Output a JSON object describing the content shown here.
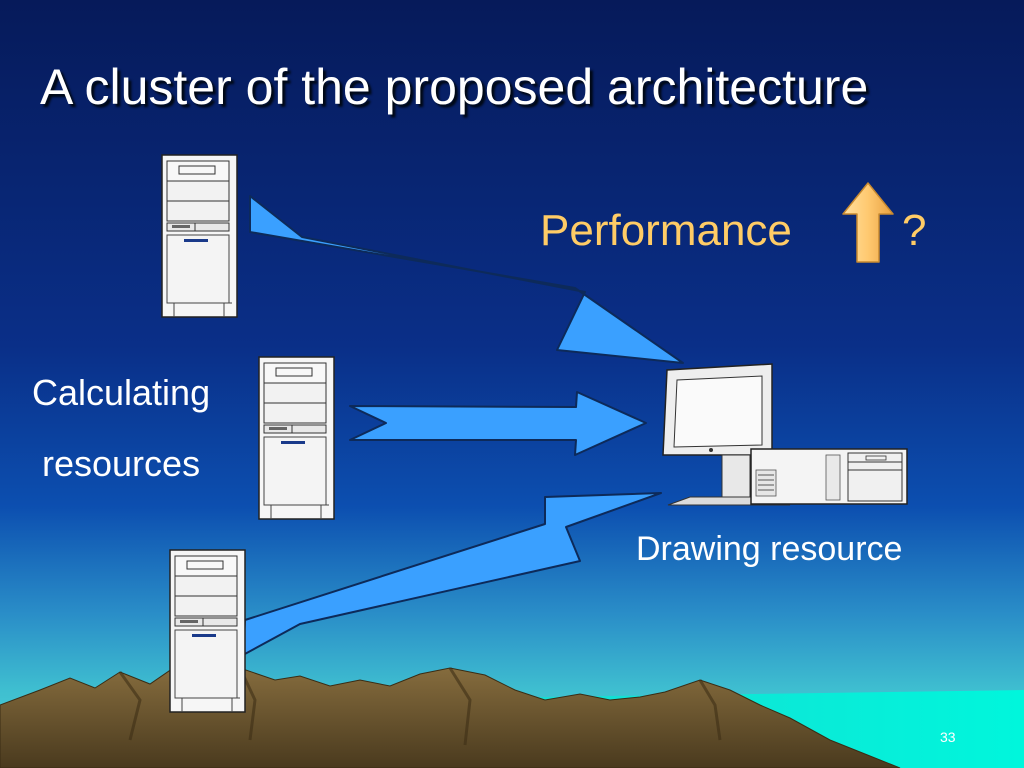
{
  "slide": {
    "title": "A cluster of the proposed architecture",
    "performance_label": "Performance",
    "performance_suffix": "?",
    "calculating_line1": "Calculating",
    "calculating_line2": "resources",
    "drawing_label": "Drawing resource",
    "page_number": "33"
  },
  "colors": {
    "sky_top": "#061a5a",
    "sky_mid": "#0b3fa8",
    "horizon": "#38b8d0",
    "sea": "#00f0d8",
    "mountain": "#6b5630",
    "arrow_fill": "#3aa0ff",
    "performance_text": "#ffcc66",
    "up_arrow": "#ffc970"
  },
  "icons": {
    "servers": [
      "tower-server-icon",
      "tower-server-icon",
      "tower-server-icon"
    ],
    "client": "desktop-computer-icon",
    "performance": "up-arrow-icon"
  }
}
